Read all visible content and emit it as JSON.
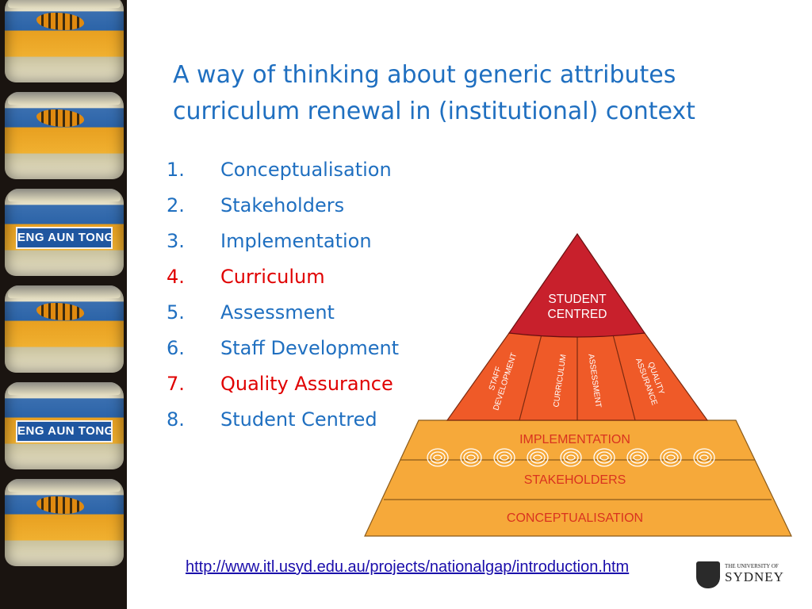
{
  "slide": {
    "title_lines": [
      "A way of thinking about generic attributes",
      "curriculum renewal in (institutional) context"
    ],
    "steps": [
      {
        "num": "1.",
        "label": "Conceptualisation",
        "highlight": false
      },
      {
        "num": "2.",
        "label": "Stakeholders",
        "highlight": false
      },
      {
        "num": "3.",
        "label": "Implementation",
        "highlight": false
      },
      {
        "num": "4.",
        "label": "Curriculum",
        "highlight": true
      },
      {
        "num": "5.",
        "label": "Assessment",
        "highlight": false
      },
      {
        "num": "6.",
        "label": "Staff Development",
        "highlight": false
      },
      {
        "num": "7.",
        "label": "Quality Assurance",
        "highlight": true
      },
      {
        "num": "8.",
        "label": "Student Centred",
        "highlight": false
      }
    ],
    "link_text": "http://www.itl.usyd.edu.au/projects/nationalgap/introduction.htm"
  },
  "pyramid": {
    "apex": [
      "STUDENT",
      "CENTRED"
    ],
    "pillars": [
      [
        "STAFF",
        "DEVELOPMENT"
      ],
      [
        "CURRICULUM"
      ],
      [
        "ASSESSMENT"
      ],
      [
        "QUALITY",
        "ASSURANCE"
      ]
    ],
    "implementation": "IMPLEMENTATION",
    "stakeholders": "STAKEHOLDERS",
    "conceptualisation": "CONCEPTUALISATION",
    "colors": {
      "apex": "#c8202c",
      "pillars": "#ef5a28",
      "base": "#f6a93a",
      "base_text": "#d9331f",
      "pillar_text": "#ffffff"
    }
  },
  "photo_strip": {
    "jar_label": "ENG AUN TONG"
  },
  "logo": {
    "small": "THE UNIVERSITY OF",
    "big": "SYDNEY"
  },
  "colors": {
    "title": "#1f6fc0",
    "highlight": "#e00000",
    "link": "#1a0dab"
  }
}
